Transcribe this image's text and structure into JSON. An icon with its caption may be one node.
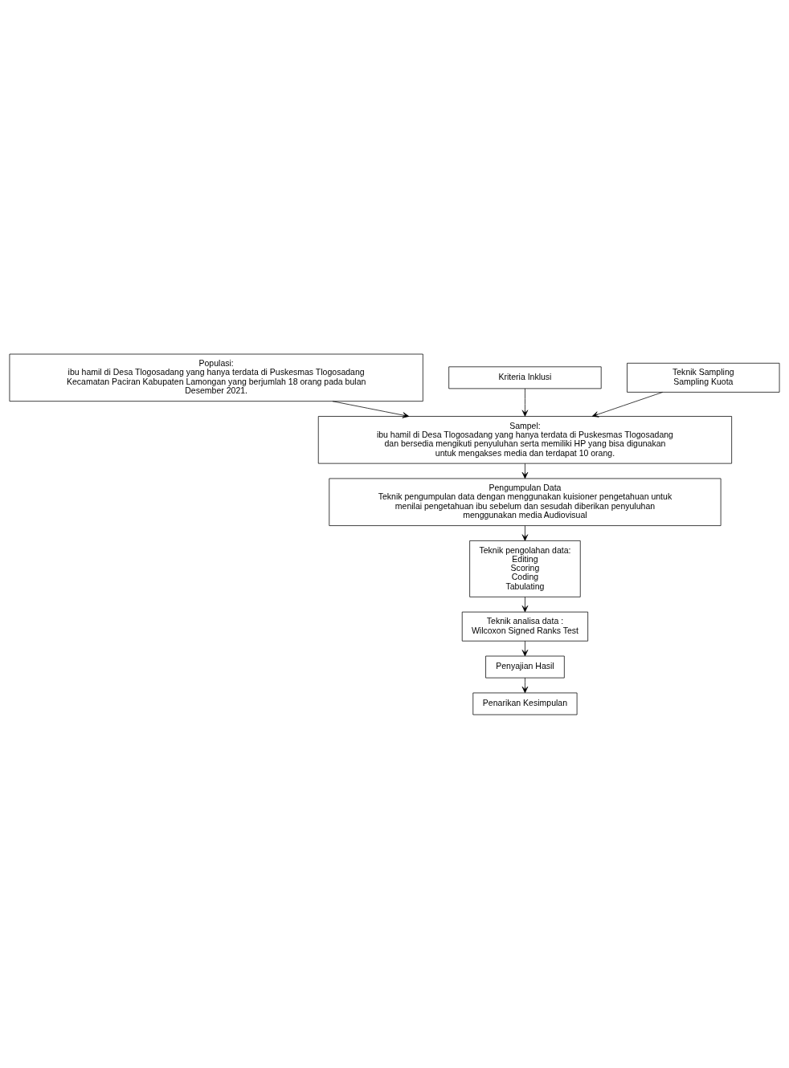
{
  "diagram": {
    "nodes": [
      {
        "text": [
          "Populasi:",
          "ibu hamil di Desa Tlogosadang yang hanya terdata di Puskesmas Tlogosadang Kecamatan Paciran Kabupaten Lamongan yang berjumlah 18 orang pada bulan Desember 2021."
        ]
      },
      {
        "text": [
          "Kriteria Inklusi"
        ]
      },
      {
        "text": [
          "Teknik Sampling",
          "Sampling Kuota"
        ]
      },
      {
        "text": [
          "Sampel:",
          "ibu hamil di Desa Tlogosadang yang hanya terdata di Puskesmas Tlogosadang dan bersedia mengikuti penyuluhan serta memiliki HP yang bisa digunakan untuk mengakses media dan terdapat 10 orang."
        ]
      },
      {
        "text": [
          "Pengumpulan Data",
          "Teknik pengumpulan data dengan menggunakan kuisioner pengetahuan untuk menilai pengetahuan ibu sebelum dan sesudah diberikan penyuluhan menggunakan media Audiovisual"
        ]
      },
      {
        "text": [
          "Teknik pengolahan data:",
          "Editing",
          "Scoring",
          "Coding",
          "Tabulating"
        ]
      },
      {
        "text": [
          "Teknik analisa data :",
          "Wilcoxon Signed Ranks Test"
        ]
      },
      {
        "text": [
          "Penyajian Hasil"
        ]
      },
      {
        "text": [
          "Penarikan Kesimpulan"
        ]
      }
    ],
    "edges": [
      {
        "from": 0,
        "to": 3,
        "arrow": "to"
      },
      {
        "from": 1,
        "to": 3,
        "arrow": "to"
      },
      {
        "from": 2,
        "to": 3,
        "arrow": "to"
      },
      {
        "from": 3,
        "to": 4,
        "arrow": "to"
      },
      {
        "from": 4,
        "to": 5,
        "arrow": "to"
      },
      {
        "from": 5,
        "to": 6,
        "arrow": "to"
      },
      {
        "from": 6,
        "to": 7,
        "arrow": "to"
      },
      {
        "from": 7,
        "to": 8,
        "arrow": "to"
      }
    ]
  }
}
